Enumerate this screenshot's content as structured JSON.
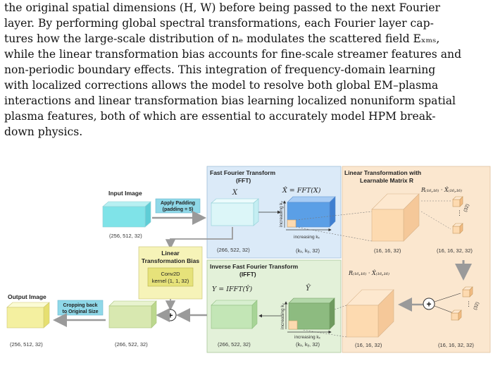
{
  "paragraph": {
    "lines": [
      "the original spatial dimensions (H, W) before being passed to the next Fourier",
      "layer. By performing global spectral transformations, each Fourier layer cap-",
      "tures how the large-scale distribution of nₑ modulates the scattered field Eₓₘₛ,",
      "while the linear transformation bias accounts for fine-scale streamer features and",
      "non-periodic boundary effects. This integration of frequency-domain learning",
      "with localized corrections allows the model to resolve both global EM–plasma",
      "interactions and linear transformation bias learning localized nonuniform spatial",
      "plasma features, both of which are essential to accurately model HPM break-",
      "down physics."
    ]
  },
  "figure": {
    "input": {
      "title": "Input Image",
      "dims": "(256, 512, 32)"
    },
    "padding": {
      "line1": "Apply Padding",
      "line2": "(padding = 5)"
    },
    "fft": {
      "title1": "Fast Fourier Transform",
      "title2": "(FFT)",
      "x_label": "X",
      "eq": "X̂ = FFT(X)",
      "padded_dims": "(266, 522, 32)",
      "freq_dims": "(kₓ, kᵧ, 32)",
      "axis_y": "increasing kᵧ",
      "axis_x": "increasing kₓ"
    },
    "linear": {
      "title1": "Linear Transformation with",
      "title2": "Learnable Matrix R",
      "eq_top": "R₍₁₆,₁₆₎ · X̂₍₁₆,₁₆₎",
      "eq_bottom": "R₍₁₆,₁₆₎ · X̂₍₁₆,₁₆₎",
      "dims_left_top": "(16, 16, 32)",
      "dims_right_top": "(16, 16, 32, 32)",
      "dims_left_bottom": "(16, 16, 32)",
      "dims_right_bottom": "(16, 16, 32, 32)",
      "count_top": "(32)",
      "count_bottom": "(32)"
    },
    "bias": {
      "title1": "Linear",
      "title2": "Transformation Bias",
      "conv1": "Conv2D",
      "conv2": "kernel (1, 1, 32)"
    },
    "ifft": {
      "title1": "Inverse Fast Fourier Transform",
      "title2": "(IFFT)",
      "eq": "Y = IFFT(Ŷ)",
      "y_label": "Ŷ",
      "dims": "(266, 522, 32)",
      "freq_dims": "(kₓ, kᵧ, 32)",
      "axis_y": "increasing kᵧ",
      "axis_x": "increasing kₓ"
    },
    "crop": {
      "line1": "Cropping back",
      "line2": "to Original Size"
    },
    "output": {
      "title": "Output Image",
      "dims": "(256, 512, 32)"
    },
    "sum_dims": "(266, 522, 32)",
    "plus": "+",
    "colors": {
      "fft_panel": "#dbeaf8",
      "linear_panel": "#fbe7cf",
      "ifft_panel": "#e3f1d9",
      "bias_box": "#f6f3b8",
      "cyan": "#7fe3e8",
      "blue": "#5b9fe6",
      "green": "#b7e0a6",
      "peach": "#fddab0",
      "button": "#8fd8e8"
    }
  }
}
